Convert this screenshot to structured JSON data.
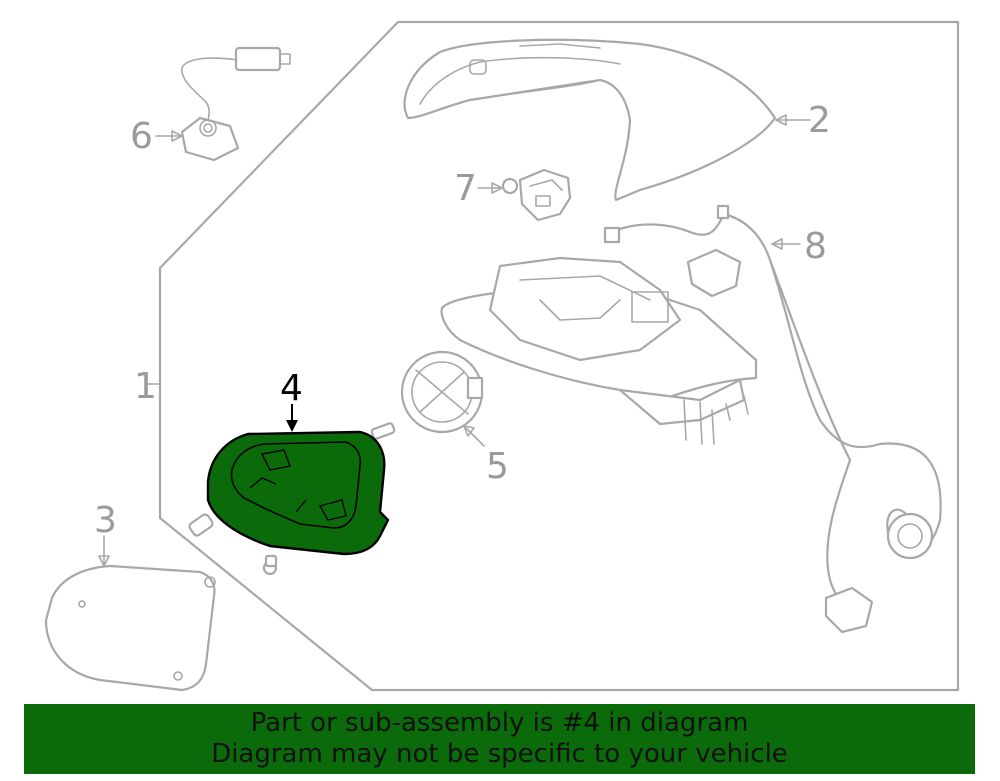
{
  "callouts": {
    "c1": "1",
    "c2": "2",
    "c3": "3",
    "c4": "4",
    "c5": "5",
    "c6": "6",
    "c7": "7",
    "c8": "8"
  },
  "highlight": {
    "part_number": "4",
    "fill_color": "#0b6b0b",
    "line_color": "#000000"
  },
  "banner": {
    "line1": "Part or sub-assembly is #4 in diagram",
    "line2": "Diagram may not be specific to your vehicle",
    "background_color": "#0b6b0b"
  }
}
